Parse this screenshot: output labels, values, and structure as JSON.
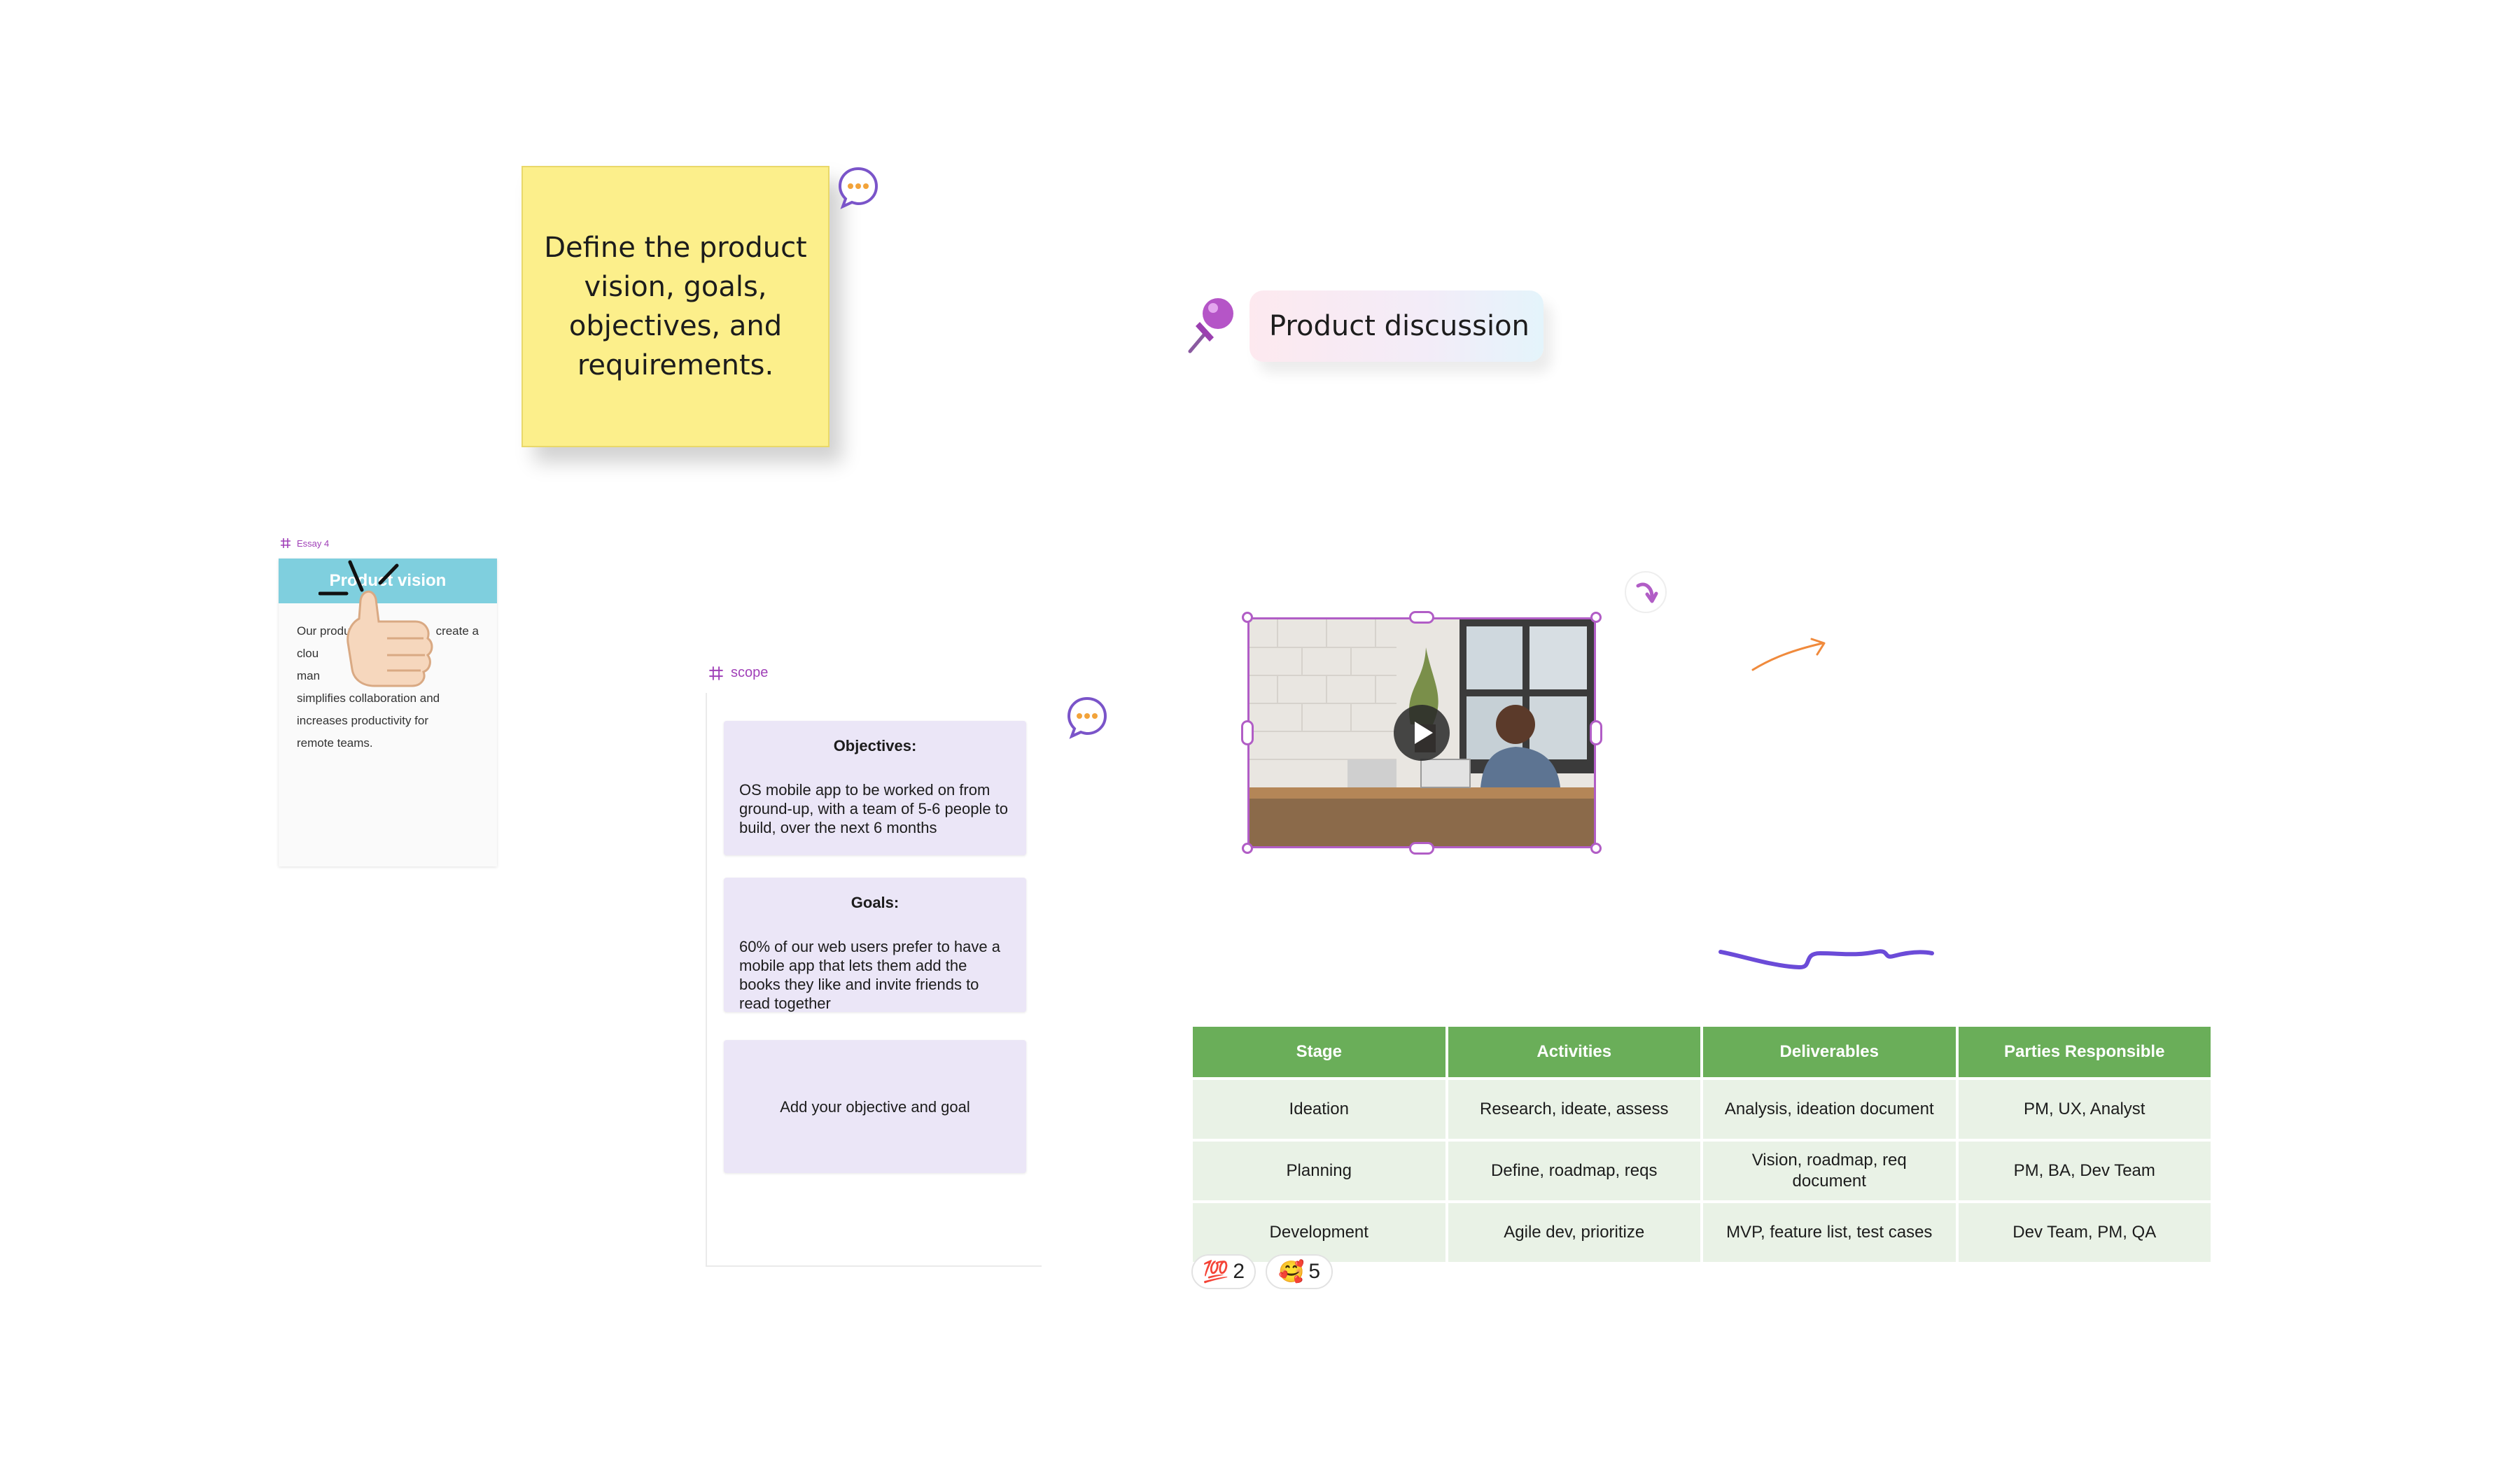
{
  "sticky_note": {
    "text": "Define the product vision, goals, objectives, and requirements."
  },
  "pin": {
    "label": "Product discussion"
  },
  "vision_card": {
    "tag": "Essay 4",
    "title": "Product vision",
    "body_lines": [
      "Our produ",
      "create a",
      "clou",
      "man",
      "simplifies collaboration and",
      "increases productivity for",
      "remote teams."
    ]
  },
  "scope": {
    "tag": "scope",
    "cards": [
      {
        "title": "Objectives:",
        "text": "OS mobile app to be worked on from ground-up, with a team of 5-6 people to build, over the next 6 months"
      },
      {
        "title": "Goals:",
        "text": "60% of our web users prefer to have a mobile app that lets them add the books they like and invite friends to read together"
      },
      {
        "title": "",
        "text": "Add your objective and goal"
      }
    ]
  },
  "table": {
    "headers": [
      "Stage",
      "Activities",
      "Deliverables",
      "Parties Responsible"
    ],
    "rows": [
      [
        "Ideation",
        "Research, ideate, assess",
        "Analysis, ideation document",
        "PM, UX, Analyst"
      ],
      [
        "Planning",
        "Define, roadmap, reqs",
        "Vision, roadmap, req document",
        "PM, BA, Dev Team"
      ],
      [
        "Development",
        "Agile dev, prioritize",
        "MVP, feature list, test cases",
        "Dev Team, PM, QA"
      ]
    ]
  },
  "reactions": [
    {
      "emoji": "💯",
      "count": "2"
    },
    {
      "emoji": "🥰",
      "count": "5"
    }
  ],
  "colors": {
    "sticky": "#fcef8b",
    "accent_purple": "#b15dc6",
    "table_header": "#6aae59",
    "table_cell": "#e9f2e6",
    "scope_card": "#ebe6f7",
    "vision_header": "#7fcfde",
    "arrow_orange": "#f08a3c",
    "squiggle": "#6b4bd8"
  },
  "icons": [
    "comment-bubble-icon",
    "pushpin-icon",
    "thumbs-up-icon",
    "frame-hash-icon",
    "play-icon",
    "rotate-icon",
    "arrow-ink",
    "squiggle-ink"
  ]
}
